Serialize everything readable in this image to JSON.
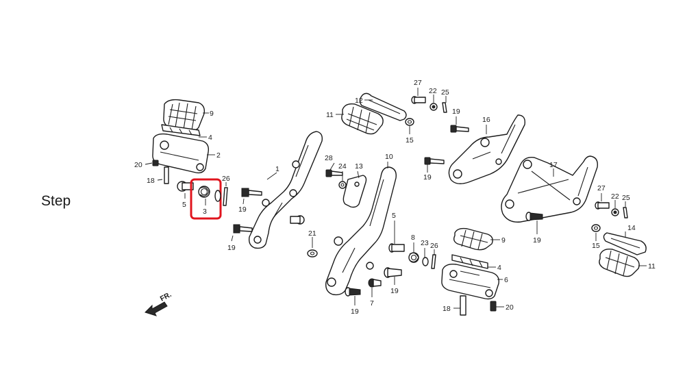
{
  "title": "Step",
  "direction_label": "FR.",
  "highlight_color": "#e0141e",
  "callouts": {
    "c9a": "9",
    "c4a": "4",
    "c2": "2",
    "c20a": "20",
    "c18a": "18",
    "c5a": "5",
    "c3": "3",
    "c26a": "26",
    "c19a": "19",
    "c19b": "19",
    "c1": "1",
    "c28": "28",
    "c24": "24",
    "c13": "13",
    "c10": "10",
    "c12": "12",
    "c11a": "11",
    "c15a": "15",
    "c27a": "27",
    "c22a": "22",
    "c25a": "25",
    "c19c": "19",
    "c16": "16",
    "c19d": "19",
    "c17": "17",
    "c27b": "27",
    "c22b": "22",
    "c25b": "25",
    "c19e": "19",
    "c15b": "15",
    "c14": "14",
    "c11b": "11",
    "c21": "21",
    "c5b": "5",
    "c8": "8",
    "c23": "23",
    "c26b": "26",
    "c9b": "9",
    "c4b": "4",
    "c6": "6",
    "c19f": "19",
    "c7": "7",
    "c19g": "19",
    "c18b": "18",
    "c20b": "20"
  }
}
